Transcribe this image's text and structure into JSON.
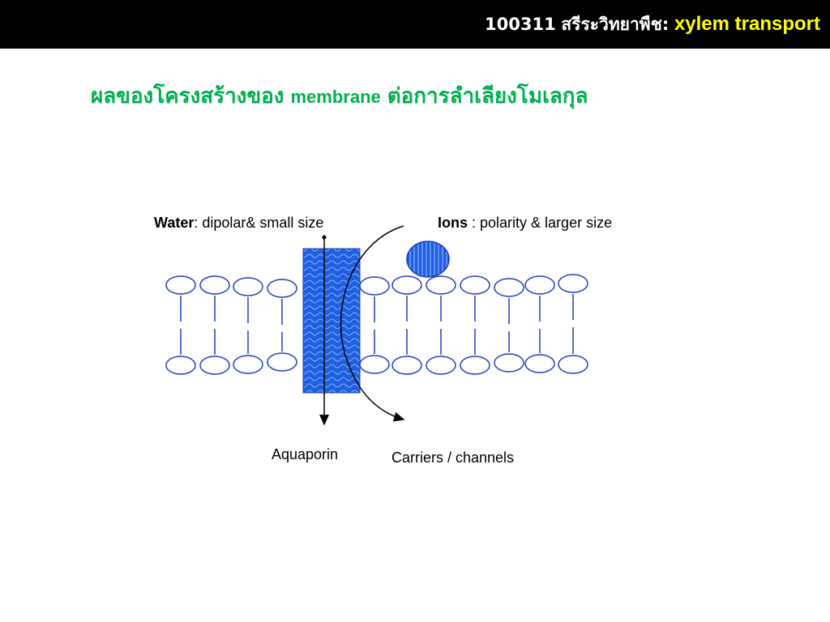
{
  "header": {
    "code": "100311",
    "course": "สรีระวิทยาพืช:",
    "topic": "xylem transport"
  },
  "subtitle": {
    "thai_before": "ผลของโครงสร้างของ",
    "term": "membrane",
    "thai_after": "ต่อการลำเลียงโมเลกุล"
  },
  "labels": {
    "water_bold": "Water",
    "water_rest": ": dipolar& small size",
    "ions_bold": "Ions",
    "ions_rest": " : polarity & larger size",
    "aquaporin": "Aquaporin",
    "carriers": "Carriers / channels"
  },
  "colors": {
    "header_bg": "#000000",
    "header_accent": "#ffff00",
    "subtitle": "#00b050",
    "protein_fill": "#1f5fe0",
    "lipid_stroke": "#1f3fbf"
  }
}
